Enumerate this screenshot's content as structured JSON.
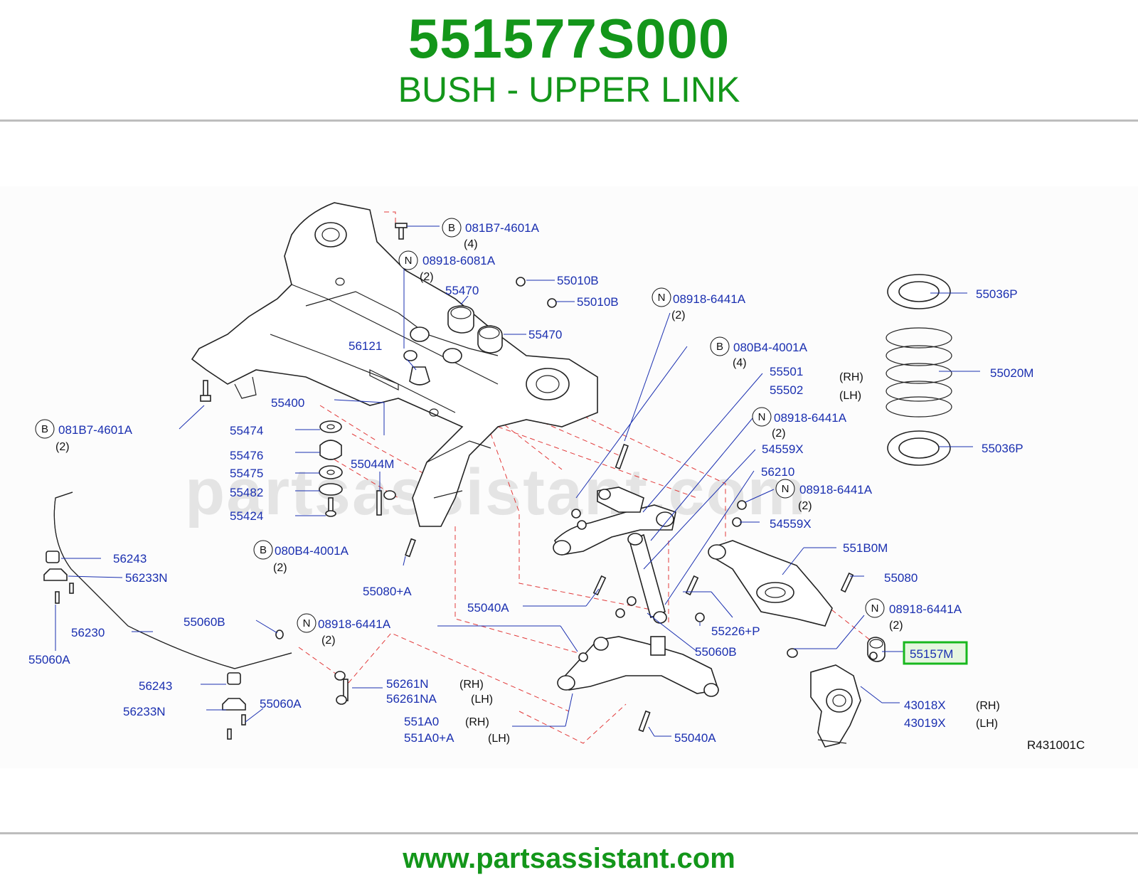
{
  "header": {
    "part_number": "551577S000",
    "description": "BUSH - UPPER LINK"
  },
  "watermark": "partsassistant.com",
  "footer": {
    "url": "www.partsassistant.com"
  },
  "diagram_ref": "R431001C",
  "highlighted_part": "55157M",
  "callouts": {
    "c081B7_top": {
      "letter": "B",
      "code": "081B7-4601A",
      "qty": "(4)"
    },
    "c08918_6081": {
      "letter": "N",
      "code": "08918-6081A",
      "qty": "(2)"
    },
    "c55010B_1": "55010B",
    "c55010B_2": "55010B",
    "c55470_1": "55470",
    "c55470_2": "55470",
    "c08918_6441_top": {
      "letter": "N",
      "code": "08918-6441A",
      "qty": "(2)"
    },
    "c56121": "56121",
    "c080B4_right": {
      "letter": "B",
      "code": "080B4-4001A",
      "qty": "(4)"
    },
    "c55501": {
      "code": "55501",
      "side": "(RH)"
    },
    "c55502": {
      "code": "55502",
      "side": "(LH)"
    },
    "c55400": "55400",
    "c081B7_left": {
      "letter": "B",
      "code": "081B7-4601A",
      "qty": "(2)"
    },
    "c55474": "55474",
    "c55476": "55476",
    "c55475": "55475",
    "c55482": "55482",
    "c55424": "55424",
    "c55044M": "55044M",
    "c08918_6441_mid": {
      "letter": "N",
      "code": "08918-6441A",
      "qty": "(2)"
    },
    "c54559X_1": "54559X",
    "c56210": "56210",
    "c08918_6441_right": {
      "letter": "N",
      "code": "08918-6441A",
      "qty": "(2)"
    },
    "c54559X_2": "54559X",
    "c080B4_mid": {
      "letter": "B",
      "code": "080B4-4001A",
      "qty": "(2)"
    },
    "c56243_1": "56243",
    "c56233N_1": "56233N",
    "c55080A": "55080+A",
    "c551B0M": "551B0M",
    "c55080": "55080",
    "c55040A_1": "55040A",
    "c56230": "56230",
    "c55060B_1": "55060B",
    "c08918_6441_low": {
      "letter": "N",
      "code": "08918-6441A",
      "qty": "(2)"
    },
    "c55226P": "55226+P",
    "c08918_6441_knuckle": {
      "letter": "N",
      "code": "08918-6441A",
      "qty": "(2)"
    },
    "c55060A_1": "55060A",
    "c55060B_2": "55060B",
    "c55157M": "55157M",
    "c56243_2": "56243",
    "c56261N": {
      "code": "56261N",
      "side": "(RH)"
    },
    "c56261NA": {
      "code": "56261NA",
      "side": "(LH)"
    },
    "c56233N_2": "56233N",
    "c55060A_2": "55060A",
    "c43018X": {
      "code": "43018X",
      "side": "(RH)"
    },
    "c43019X": {
      "code": "43019X",
      "side": "(LH)"
    },
    "c551A0": {
      "code": "551A0",
      "side": "(RH)"
    },
    "c551A0A": {
      "code": "551A0+A",
      "side": "(LH)"
    },
    "c55040A_2": "55040A",
    "c55036P_1": "55036P",
    "c55020M": "55020M",
    "c55036P_2": "55036P"
  }
}
